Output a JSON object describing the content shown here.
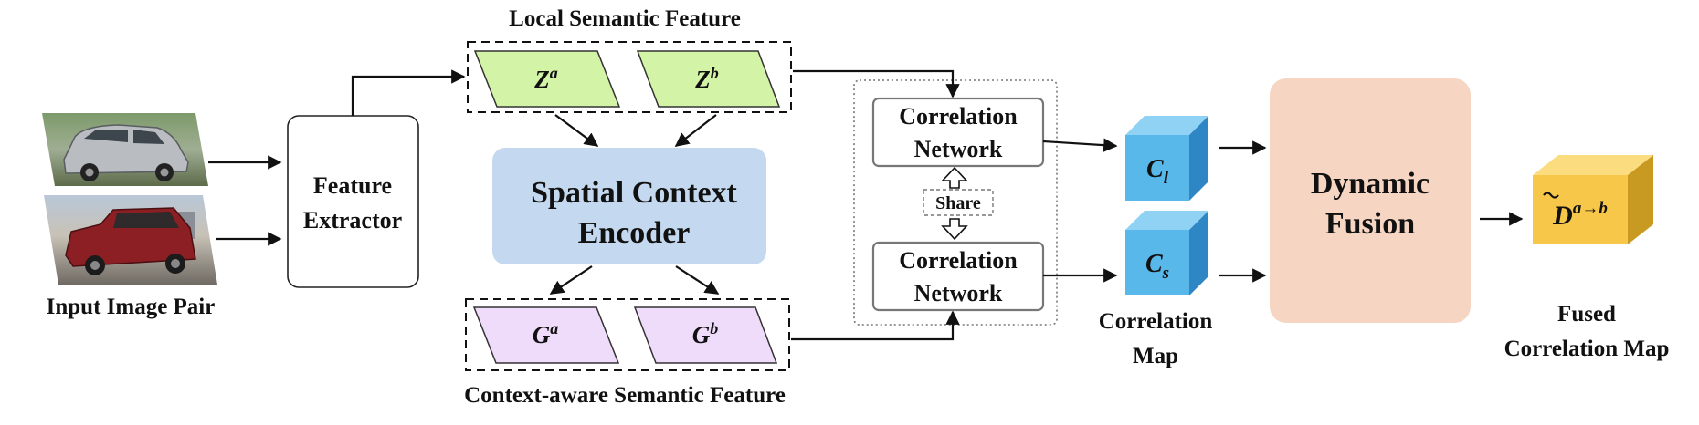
{
  "input": {
    "label": "Input Image Pair"
  },
  "extractor": {
    "line1": "Feature",
    "line2": "Extractor"
  },
  "local_feature": {
    "title": "Local Semantic Feature",
    "a_base": "Z",
    "a_sup": "a",
    "b_base": "Z",
    "b_sup": "b"
  },
  "encoder": {
    "line1": "Spatial Context",
    "line2": "Encoder"
  },
  "context_feature": {
    "title": "Context-aware Semantic Feature",
    "a_base": "G",
    "a_sup": "a",
    "b_base": "G",
    "b_sup": "b"
  },
  "correlation_net": {
    "top_line1": "Correlation",
    "top_line2": "Network",
    "bottom_line1": "Correlation",
    "bottom_line2": "Network",
    "share": "Share"
  },
  "correlation_map": {
    "cl_base": "C",
    "cl_sub": "l",
    "cs_base": "C",
    "cs_sub": "s",
    "label_line1": "Correlation",
    "label_line2": "Map"
  },
  "fusion": {
    "line1": "Dynamic",
    "line2": "Fusion"
  },
  "fused": {
    "base": "D",
    "sup": "a→b",
    "label_line1": "Fused",
    "label_line2": "Correlation Map"
  },
  "colors": {
    "local_fill": "#d3f3a6",
    "context_fill": "#efdcfb",
    "encoder_fill": "#c4d9ef",
    "fusion_fill": "#f6d6c2",
    "cube_blue_front": "#58b8ea",
    "cube_blue_top": "#8fd2f4",
    "cube_blue_side": "#2f86c4",
    "cube_gold_front": "#f7c74a",
    "cube_gold_top": "#fbdc7e",
    "cube_gold_side": "#c99a22"
  }
}
